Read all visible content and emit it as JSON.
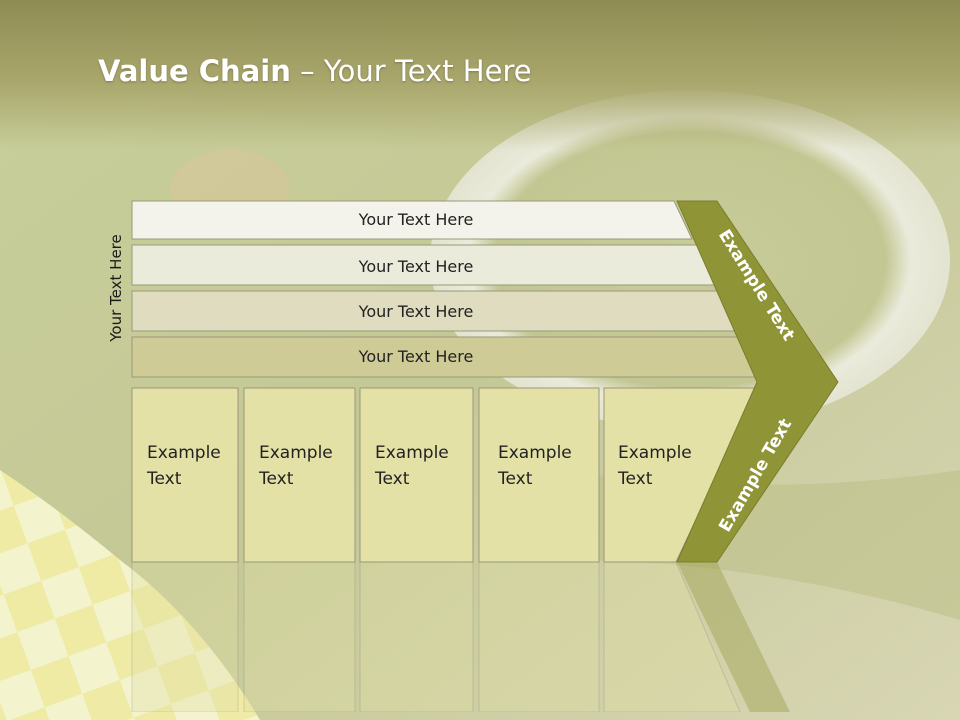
{
  "title": {
    "bold": "Value Chain",
    "rest": " – Your Text Here"
  },
  "side_label": "Your Text Here",
  "rows": [
    "Your Text Here",
    "Your Text Here",
    "Your Text Here",
    "Your Text Here"
  ],
  "cells": [
    [
      "Example",
      "Text"
    ],
    [
      "Example",
      "Text"
    ],
    [
      "Example",
      "Text"
    ],
    [
      "Example",
      "Text"
    ],
    [
      "Example",
      "Text"
    ]
  ],
  "chevron_top": "Example Text",
  "chevron_bottom": "Example Text",
  "colors": {
    "row1": "#f3f3ec",
    "row2": "#ebebdc",
    "row3": "#dfdcbf",
    "row4": "#cfcb97",
    "cell": "#e3e1a6",
    "chevron": "#8f9436",
    "stroke": "#9a987a"
  }
}
